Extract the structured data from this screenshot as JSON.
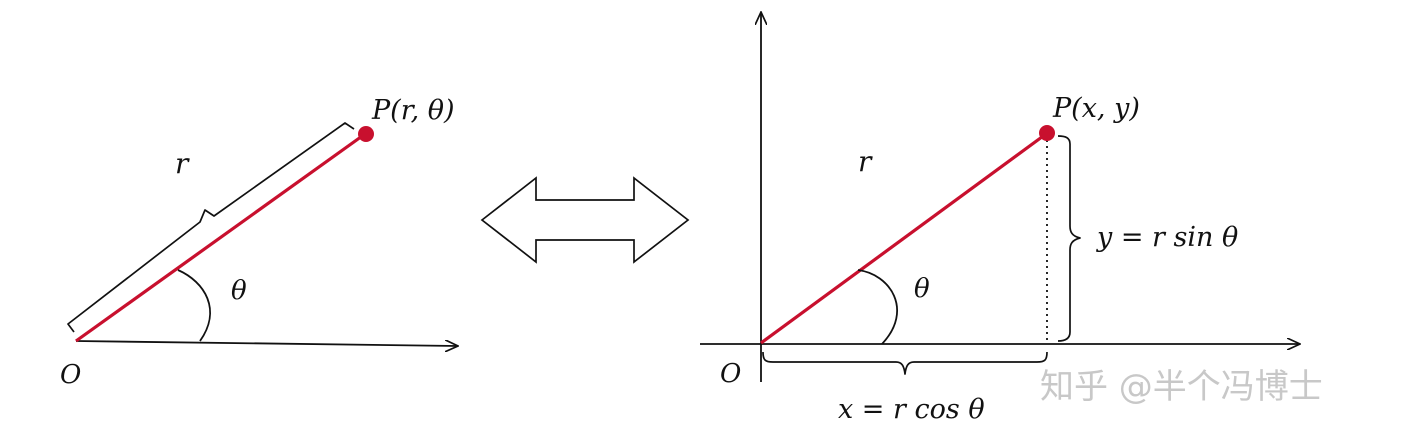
{
  "colors": {
    "radius": "#c8102e",
    "ink": "#111111",
    "watermark": "#c8c8c8"
  },
  "left": {
    "origin_label": "O",
    "radius_label": "r",
    "angle_label": "θ",
    "point_label": "P(r, θ)"
  },
  "center": {
    "icon": "double-arrow-icon"
  },
  "right": {
    "origin_label": "O",
    "radius_label": "r",
    "angle_label": "θ",
    "point_label": "P(x, y)",
    "y_formula": "y = r sin θ",
    "x_formula": "x = r cos θ"
  },
  "watermark": "知乎 @半个冯博士"
}
